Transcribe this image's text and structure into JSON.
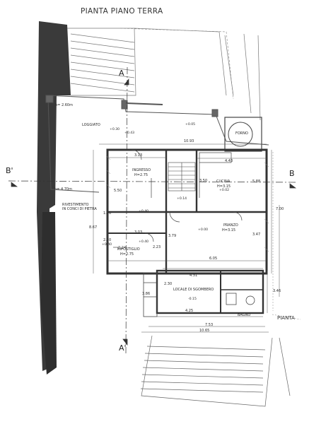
{
  "title": "PIANTA PIANO TERRA",
  "rooms": {
    "loggiato": "LOGGIATO",
    "forno": "FORNO",
    "ingresso": "INGRESSO",
    "ingresso_h": "H=2.75",
    "cucina": "CUCINA",
    "cucina_h": "H=3.15",
    "pranzo": "PRANZO",
    "pranzo_h": "H=3.15",
    "ripostiglio": "RIPOSTIGLIO",
    "ripostiglio_h": "H=2.75",
    "sgombero": "LOCALE DI SGOMBERO",
    "bagno": "BAGNO"
  },
  "notes": {
    "rivestimento_1": "RIVESTIMENTO",
    "rivestimento_2": "IN CONCI DI PIETRA",
    "h_loggiato": "h= 2.60m",
    "h_side": "h= 4.70m",
    "pianta": "PIANTA"
  },
  "dimensions": {
    "d1093": "10.93",
    "d313": "3.13",
    "d443": "4.43",
    "d550": "5.50",
    "d350": "3.50",
    "d588": "5.88",
    "d867": "8.67",
    "d700": "7.00",
    "d303": "3.03",
    "d379": "3.79",
    "d347": "3.47",
    "d224": "2.24",
    "d223": "2.23",
    "d605": "6.05",
    "d431": "4.31",
    "d230": "2.30",
    "d425": "4.25",
    "d753": "7.53",
    "d1065": "10.65",
    "d346": "3.46",
    "d386": "3.86",
    "d250": "2.50",
    "d190": "1.90"
  },
  "elevations": {
    "e1": "+0.30",
    "e2": "+0.43",
    "e3": "+0.05",
    "e4": "+0.40",
    "e5": "+0.02",
    "e6": "+0.14",
    "e7": "+0.00",
    "e8": "+0.40",
    "e9": "+0.40",
    "e10": "-0.15"
  },
  "sections": {
    "a_top": "A",
    "a_bottom": "A'",
    "b_left": "B'",
    "b_right": "B"
  }
}
